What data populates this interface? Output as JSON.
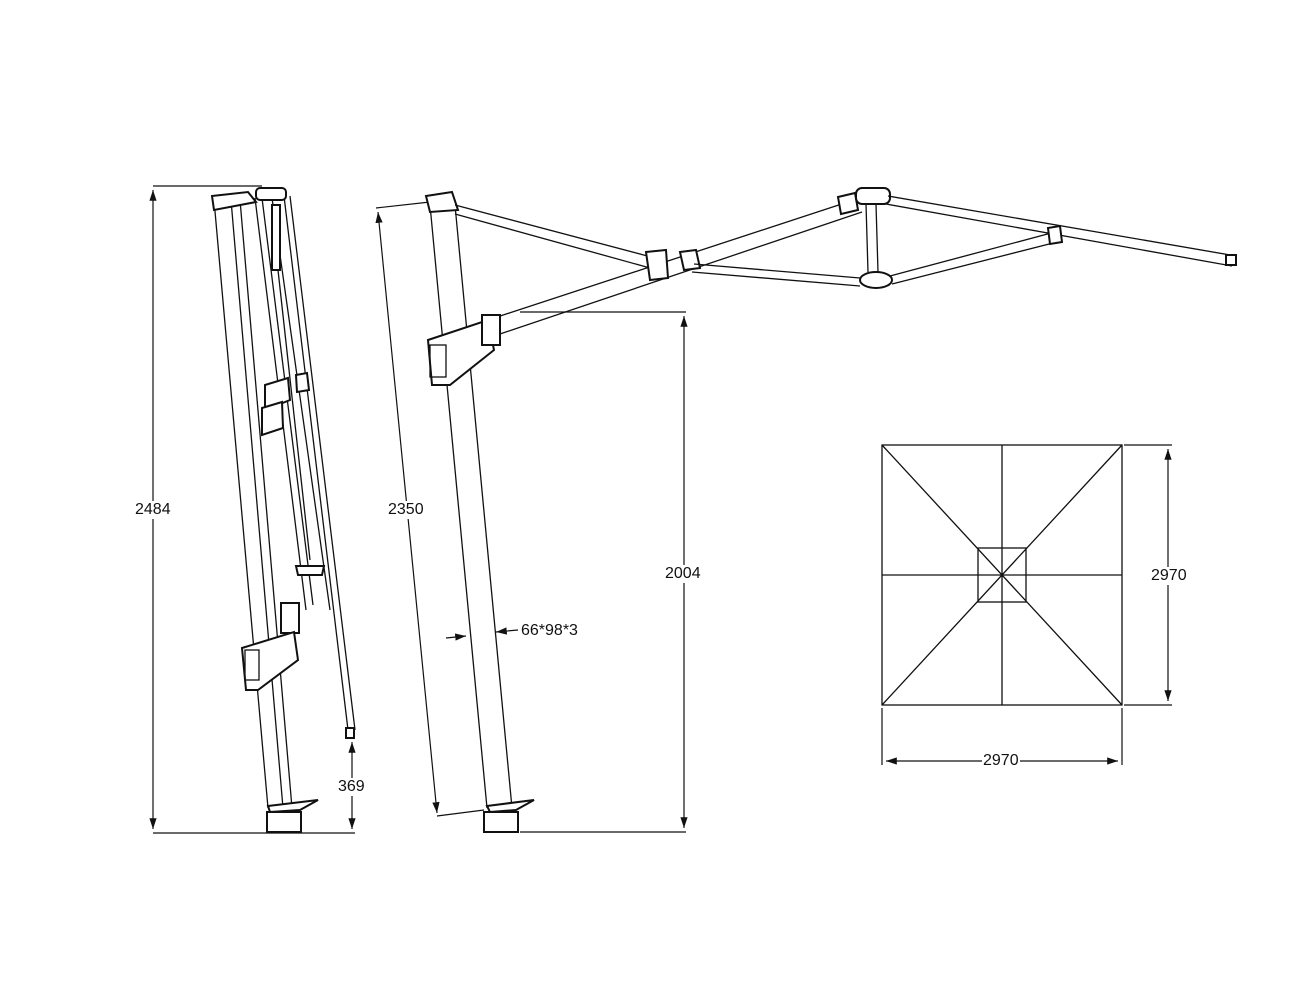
{
  "drawing": {
    "side_view_folded": {
      "height_label": "2484",
      "rib_clearance_label": "369"
    },
    "side_view_open": {
      "pole_length_label": "2350",
      "arm_height_label": "2004",
      "pole_section_label": "66*98*3"
    },
    "top_view": {
      "depth_label": "2970",
      "width_label": "2970"
    },
    "colors": {
      "line": "#111111",
      "background": "#ffffff"
    }
  }
}
